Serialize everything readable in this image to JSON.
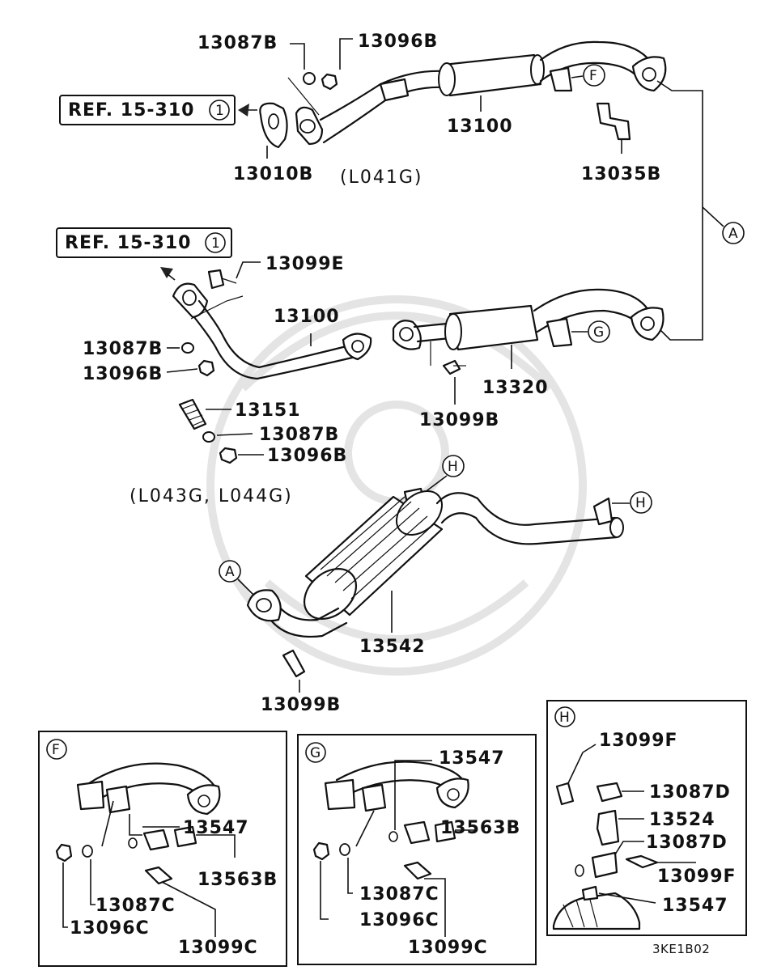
{
  "diagram_code": "3KE1B02",
  "variants": {
    "top": "(L041G)",
    "middle": "(L043G, L044G)"
  },
  "references": [
    {
      "text": "REF. 15-310",
      "number": "1"
    },
    {
      "text": "REF. 15-310",
      "number": "1"
    }
  ],
  "connectors": {
    "A": "A",
    "F": "F",
    "G": "G",
    "H": "H"
  },
  "part_labels": {
    "top_13087B": "13087B",
    "top_13096B": "13096B",
    "top_13100": "13100",
    "top_13010B": "13010B",
    "top_13035B": "13035B",
    "mid_13099E": "13099E",
    "mid_13100": "13100",
    "mid_13087B": "13087B",
    "mid_13096B": "13096B",
    "mid_13151": "13151",
    "mid_13087B_2": "13087B",
    "mid_13096B_2": "13096B",
    "mid_13320": "13320",
    "mid_13099B": "13099B",
    "low_13542": "13542",
    "low_13099B": "13099B"
  },
  "detail_F": {
    "badge": "F",
    "labels": [
      "13547",
      "13563B",
      "13087C",
      "13096C",
      "13099C"
    ]
  },
  "detail_G": {
    "badge": "G",
    "labels": [
      "13547",
      "13563B",
      "13087C",
      "13096C",
      "13099C"
    ]
  },
  "detail_H": {
    "badge": "H",
    "labels": [
      "13099F",
      "13087D",
      "13524",
      "13087D",
      "13099F",
      "13547"
    ]
  }
}
